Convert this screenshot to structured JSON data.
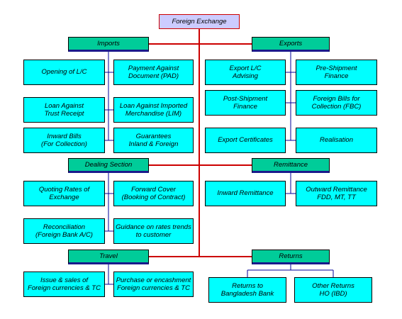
{
  "colors": {
    "root_fill": "#ccccff",
    "header_fill": "#00cc99",
    "leaf_fill": "#00ffff",
    "trunk_line": "#cc0000",
    "branch_line": "#000099"
  },
  "root": {
    "label": "Foreign Exchange"
  },
  "imports": {
    "label": "Imports",
    "items": [
      "Opening of L/C",
      "Payment Against\nDocument (PAD)",
      "Loan Against\nTrust Receipt",
      "Loan Against Imported\nMerchandise (LIM)",
      "Inward Bills\n(For Collection)",
      "Guarantees\nInland & Foreign"
    ]
  },
  "exports": {
    "label": "Exports",
    "items": [
      "Export L/C\nAdvising",
      "Pre-Shipment\nFinance",
      "Post-Shipment\nFinance",
      "Foreign Bills for\nCollection (FBC)",
      "Export Certificates",
      "Realisation"
    ]
  },
  "dealing": {
    "label": "Dealing Section",
    "items": [
      "Quoting Rates of\nExchange",
      "Forward Cover\n(Booking of Contract)",
      "Reconciliation\n(Foreign Bank A/C)",
      "Guidance on rates trends\nto customer"
    ]
  },
  "remittance": {
    "label": "Remittance",
    "items": [
      "Inward Remittance",
      "Outward Remittance\nFDD, MT, TT"
    ]
  },
  "travel": {
    "label": "Travel",
    "items": [
      "Issue & sales of\nForeign currencies & TC",
      "Purchase or encashment\nForeign currencies & TC"
    ]
  },
  "returns": {
    "label": "Returns",
    "items": [
      "Returns to\nBangladesh Bank",
      "Other Returns\nHO (IBD)"
    ]
  }
}
